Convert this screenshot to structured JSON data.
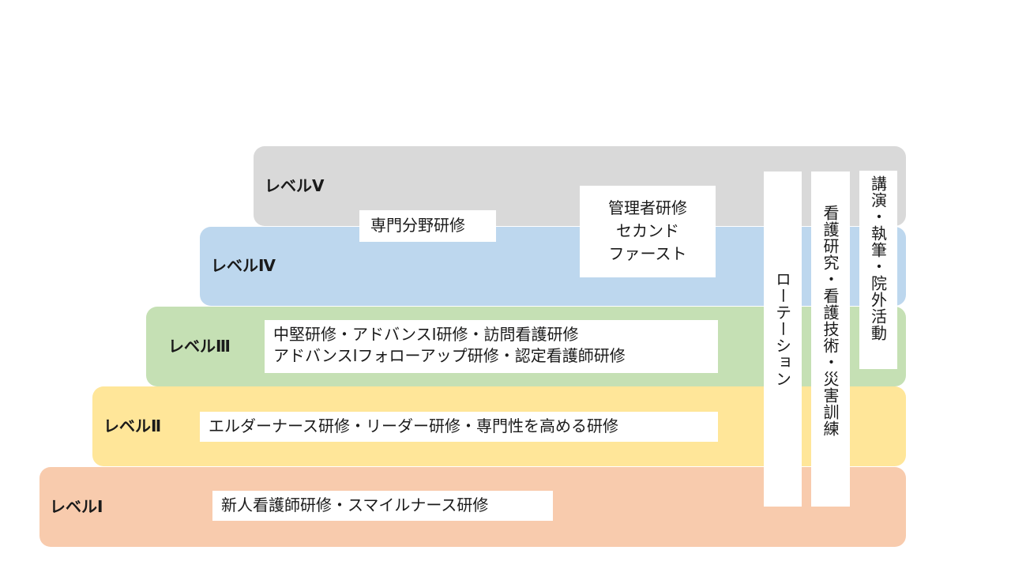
{
  "levels": [
    {
      "label": "レベルⅤ"
    },
    {
      "label": "レベルⅣ"
    },
    {
      "label": "レベルⅢ"
    },
    {
      "label": "レベルⅡ"
    },
    {
      "label": "レベルⅠ"
    }
  ],
  "boxes": {
    "specialty": "専門分野研修",
    "manager": [
      "管理者研修",
      "セカンド",
      "ファースト"
    ],
    "mid_career": [
      "中堅研修・アドバンスⅠ研修・訪問看護研修",
      "アドバンスⅠフォローアップ研修・認定看護師研修"
    ],
    "elder": "エルダーナース研修・リーダー研修・専門性を高める研修",
    "newcomer": "新人看護師研修・スマイルナース研修"
  },
  "columns": {
    "rotation": "ローテーション",
    "research": "看護研究・看護技術・災害訓練",
    "lecture": "講演・執筆・院外活動"
  },
  "colors": {
    "level5": "#d9d9d9",
    "level4": "#bdd7ee",
    "level3": "#c5e0b4",
    "level2": "#ffe699",
    "level1": "#f8cbad"
  }
}
